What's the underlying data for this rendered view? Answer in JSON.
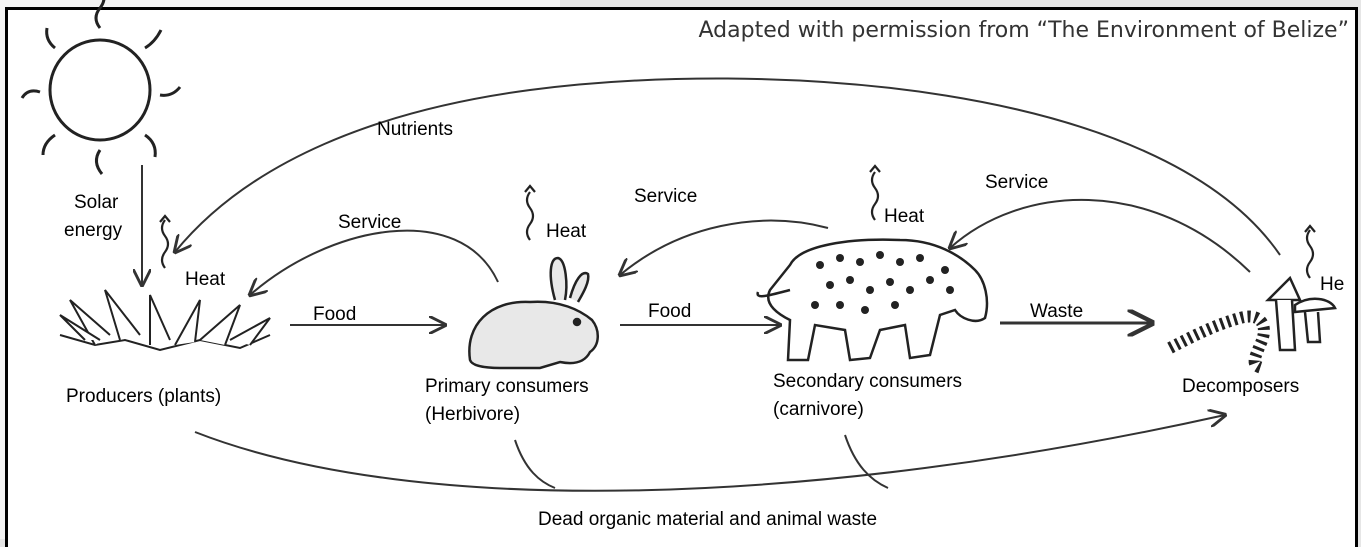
{
  "credit": "Adapted with permission from “The Environment of Belize”",
  "labels": {
    "nutrients": "Nutrients",
    "solar_line1": "Solar",
    "solar_line2": "energy",
    "heat": "Heat",
    "heat_cut": "He",
    "service": "Service",
    "food": "Food",
    "waste": "Waste",
    "producers": "Producers (plants)",
    "primary_line1": "Primary consumers",
    "primary_line2": "(Herbivore)",
    "secondary_line1": "Secondary consumers",
    "secondary_line2": "(carnivore)",
    "decomposers": "Decomposers",
    "dead_organic": "Dead organic material and animal waste"
  },
  "icons": [
    "sun-icon",
    "plant-icon",
    "rabbit-icon",
    "jaguar-icon",
    "worm-icon",
    "mushroom-icon",
    "heat-wave-icon"
  ],
  "colors": {
    "line": "#333333",
    "text": "#000000",
    "credit": "#333333"
  }
}
